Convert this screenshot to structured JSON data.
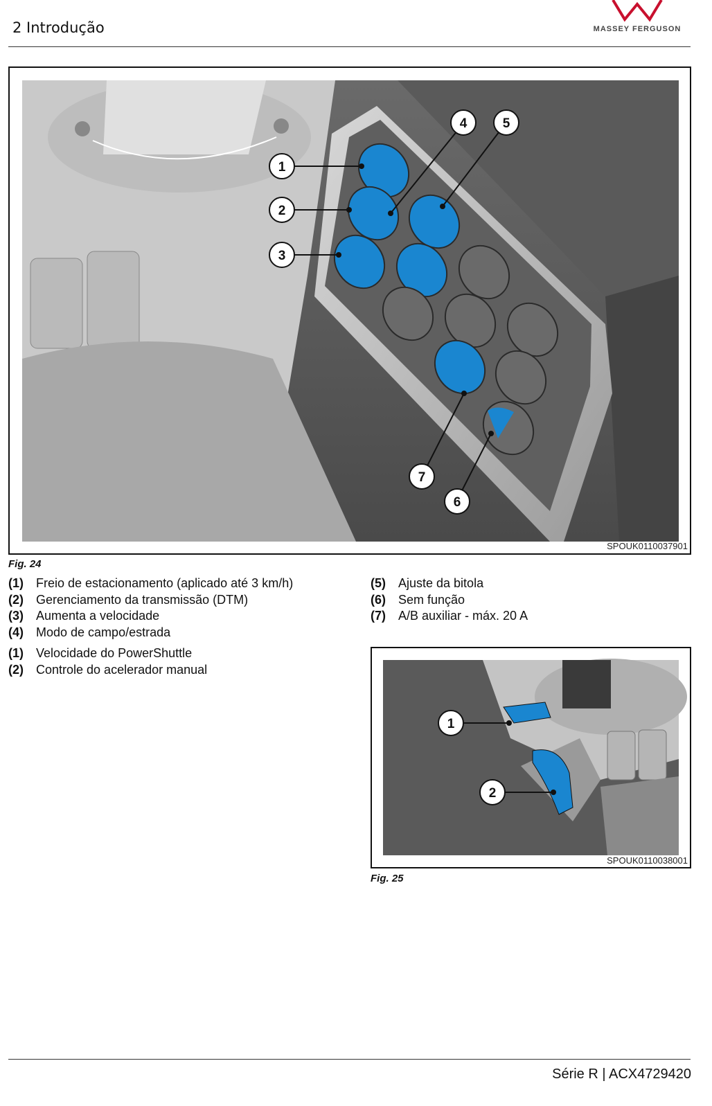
{
  "header": {
    "section_title": "2 Introdução",
    "brand": "MASSEY FERGUSON"
  },
  "fig24": {
    "code": "SPOUK0110037901",
    "caption": "Fig. 24",
    "callouts": [
      "1",
      "2",
      "3",
      "4",
      "5",
      "6",
      "7"
    ]
  },
  "fig25": {
    "code": "SPOUK0110038001",
    "caption": "Fig. 25",
    "callouts": [
      "1",
      "2"
    ]
  },
  "legend_fig24_left": [
    {
      "num": "(1)",
      "text": "Freio de estacionamento (aplicado até 3 km/h)"
    },
    {
      "num": "(2)",
      "text": "Gerenciamento da transmissão (DTM)"
    },
    {
      "num": "(3)",
      "text": "Aumenta a velocidade"
    },
    {
      "num": "(4)",
      "text": "Modo de campo/estrada"
    }
  ],
  "legend_fig24_right": [
    {
      "num": "(5)",
      "text": "Ajuste da bitola"
    },
    {
      "num": "(6)",
      "text": "Sem função"
    },
    {
      "num": "(7)",
      "text": "A/B auxiliar - máx. 20 A"
    }
  ],
  "legend_fig25": [
    {
      "num": "(1)",
      "text": "Velocidade do PowerShuttle"
    },
    {
      "num": "(2)",
      "text": "Controle do acelerador manual"
    }
  ],
  "footer": {
    "text": "Série R | ACX4729420"
  },
  "colors": {
    "accent_blue": "#1a86d0",
    "logo_red": "#c8102e"
  }
}
